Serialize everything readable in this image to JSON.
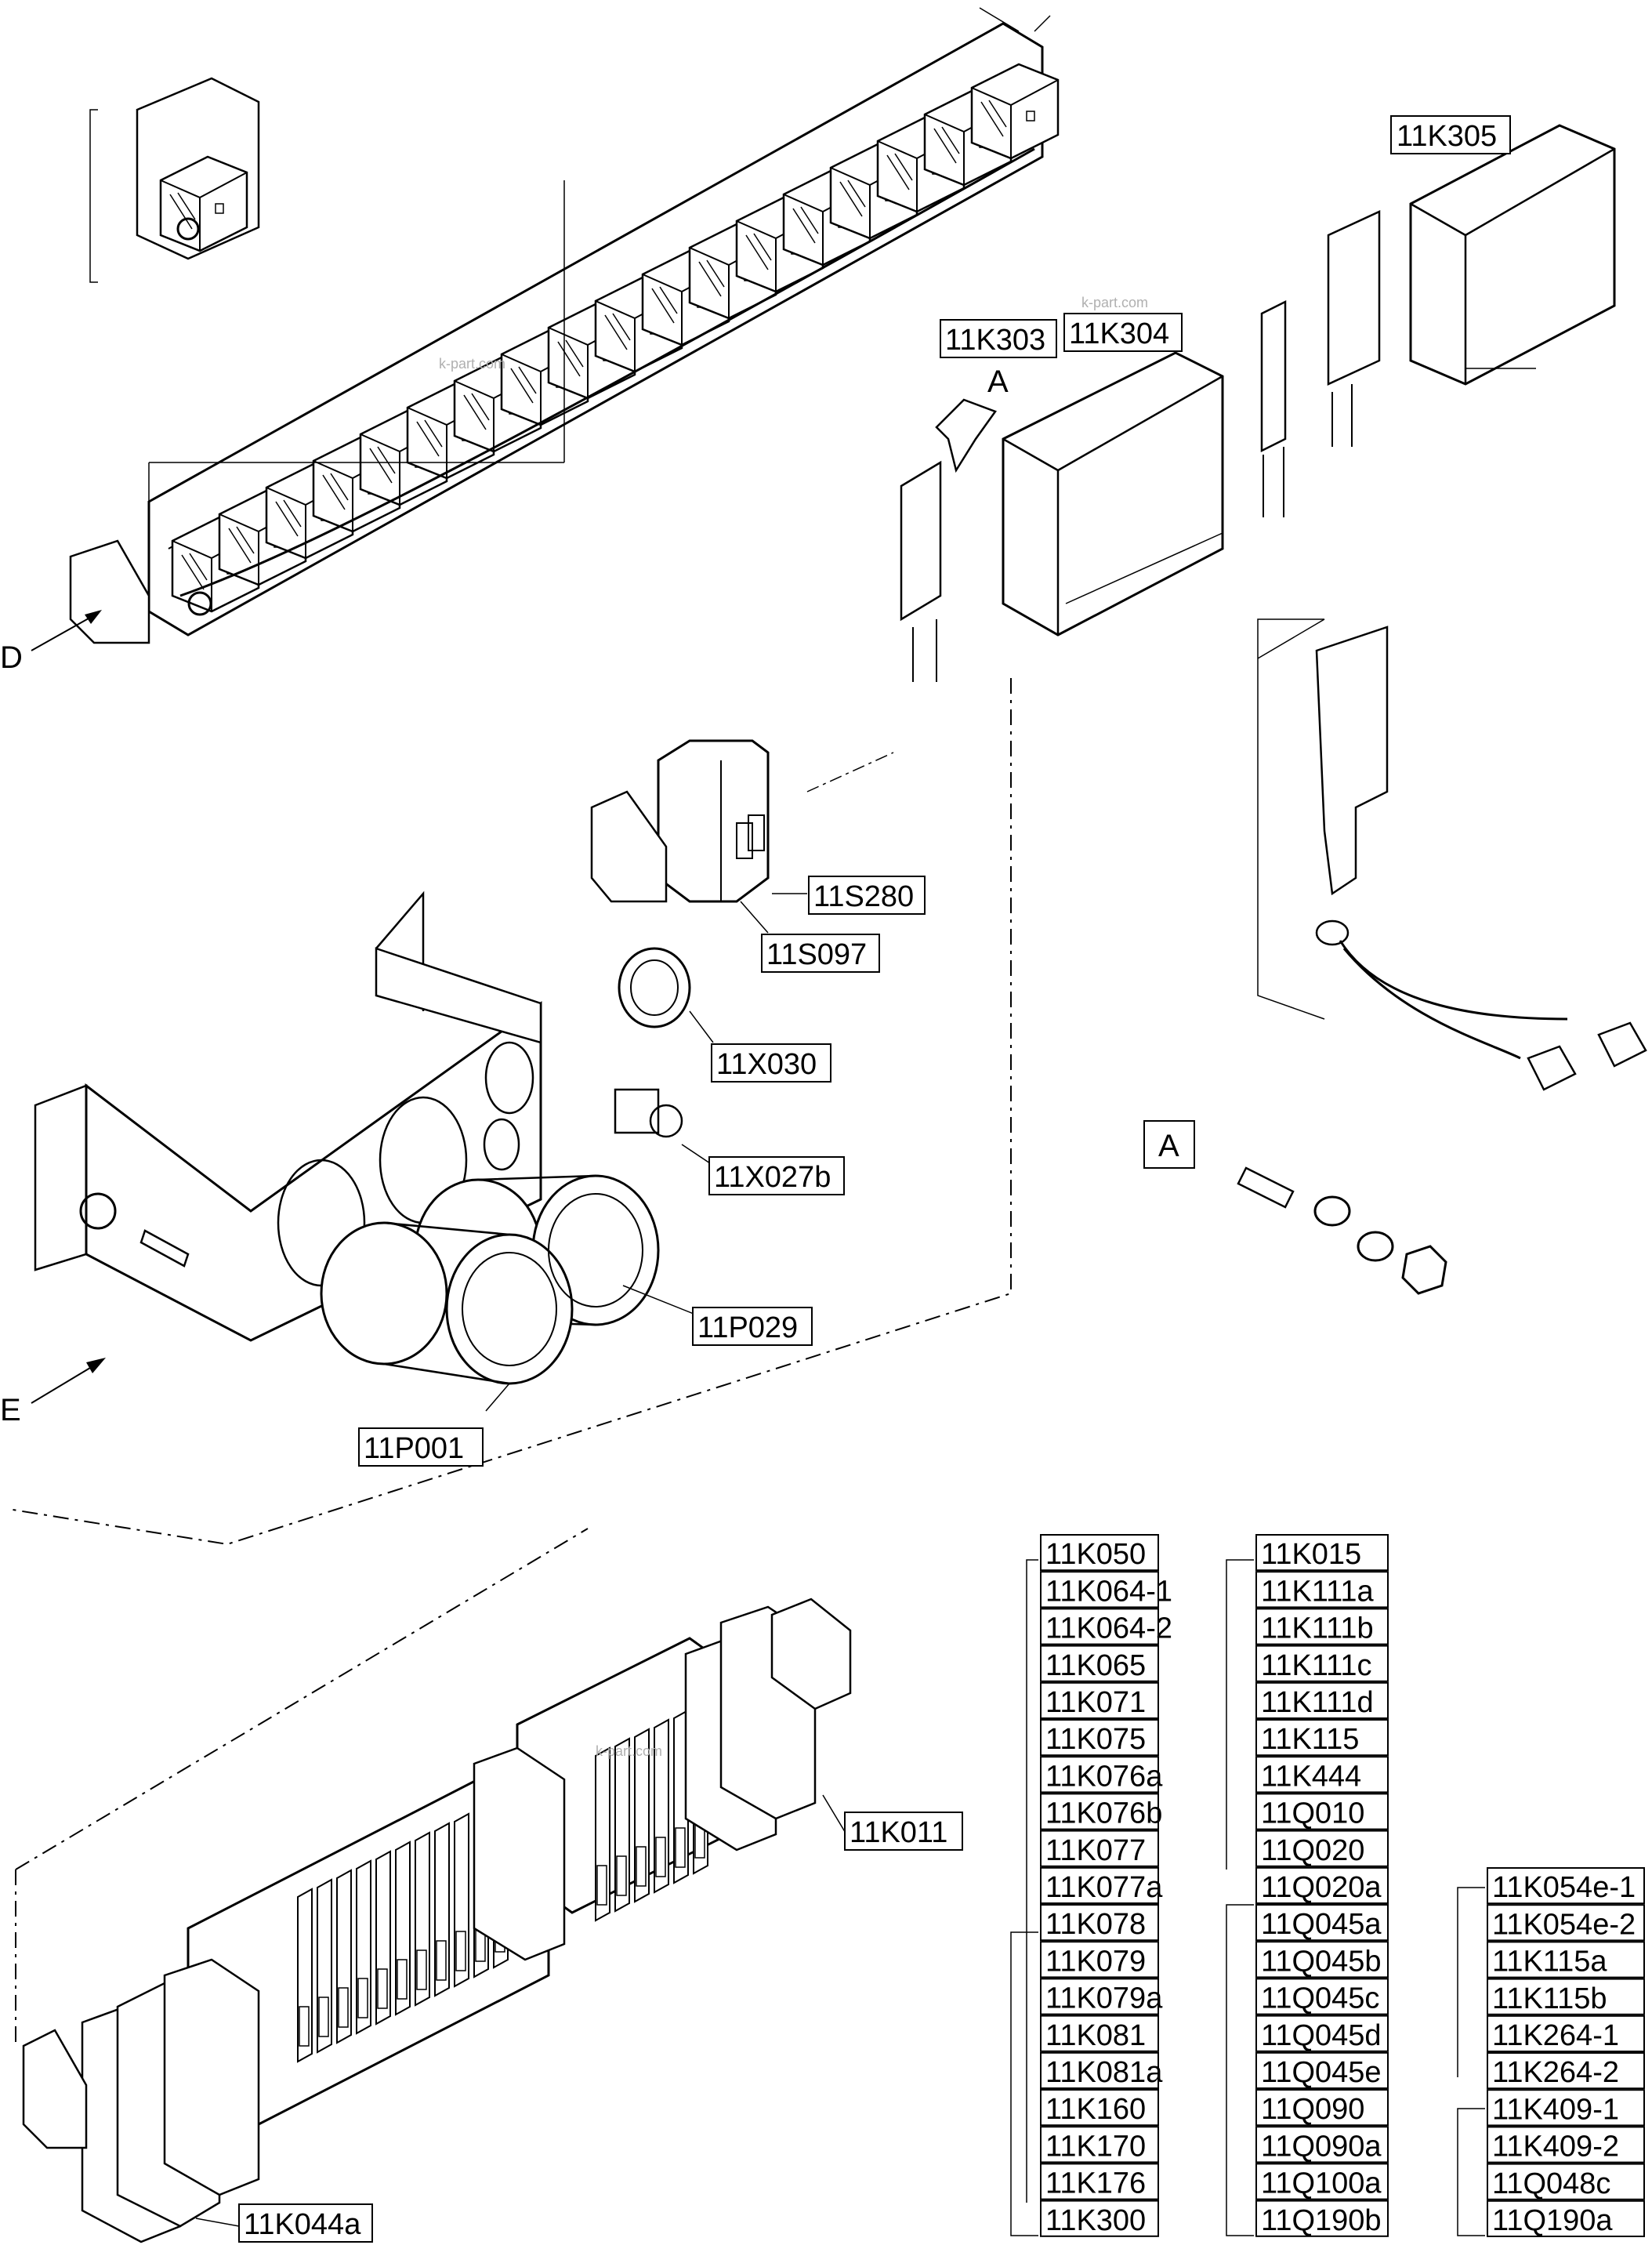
{
  "watermark": "k-part.com",
  "view_markers": {
    "a_arrow": "A",
    "d_arrow": "D",
    "e_arrow": "E",
    "a_detail": "A"
  },
  "labels": {
    "k305": "11K305",
    "k303": "11K303",
    "k304": "11K304",
    "s280": "11S280",
    "s097": "11S097",
    "x030": "11X030",
    "x027b": "11X027b",
    "p029": "11P029",
    "p001": "11P001",
    "k011": "11K011",
    "k044a": "11K044a"
  },
  "column_1": [
    "11K050",
    "11K064-1",
    "11K064-2",
    "11K065",
    "11K071",
    "11K075",
    "11K076a",
    "11K076b",
    "11K077",
    "11K077a",
    "11K078",
    "11K079",
    "11K079a",
    "11K081",
    "11K081a",
    "11K160",
    "11K170",
    "11K176",
    "11K300"
  ],
  "column_2": [
    "11K015",
    "11K111a",
    "11K111b",
    "11K111c",
    "11K111d",
    "11K115",
    "11K444",
    "11Q010",
    "11Q020",
    "11Q020a",
    "11Q045a",
    "11Q045b",
    "11Q045c",
    "11Q045d",
    "11Q045e",
    "11Q090",
    "11Q090a",
    "11Q100a",
    "11Q190b"
  ],
  "column_3": [
    "11K054e-1",
    "11K054e-2",
    "11K115a",
    "11K115b",
    "11K264-1",
    "11K264-2",
    "11K409-1",
    "11K409-2",
    "11Q048c",
    "11Q190a"
  ]
}
